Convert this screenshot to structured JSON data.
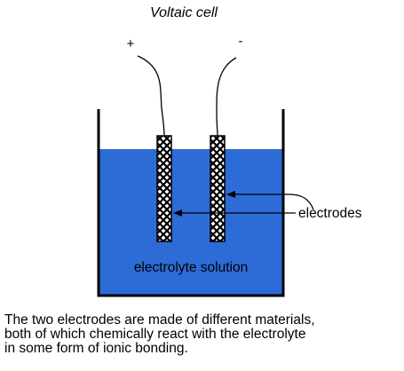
{
  "diagram": {
    "title": "Voltaic cell",
    "positive_terminal": "+",
    "negative_terminal": "-",
    "electrodes_label": "electrodes",
    "solution_label": "electrolyte solution"
  },
  "caption": {
    "lines": [
      "The two electrodes are made of different materials,",
      "both of which chemically react with the electrolyte",
      "in some form of ionic bonding."
    ]
  },
  "colors": {
    "electrolyte": "#2d6bd6",
    "container": "#000000",
    "text": "#000000"
  }
}
